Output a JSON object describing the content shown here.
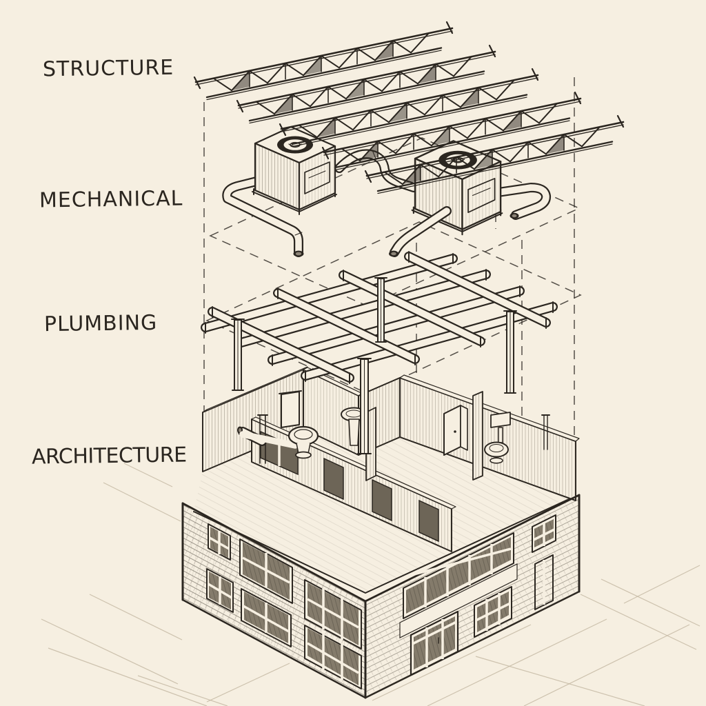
{
  "diagram": {
    "style": "hand-drawn exploded axonometric sketch of building systems",
    "labels": [
      {
        "id": "structure",
        "text": "STRUCTURE"
      },
      {
        "id": "mechanical",
        "text": "MECHANICAL"
      },
      {
        "id": "plumbing",
        "text": "PLUMBING"
      },
      {
        "id": "architecture",
        "text": "ARCHITECTURE"
      }
    ],
    "layers": [
      {
        "id": "structure",
        "depicts": "five parallel open-web steel roof trusses"
      },
      {
        "id": "mechanical",
        "depicts": "two rooftop HVAC units joined by round ductwork over a dashed roof outline"
      },
      {
        "id": "plumbing",
        "depicts": "orthogonal grid of pipes and beams on vertical posts"
      },
      {
        "id": "architecture",
        "depicts": "two-storey brick building, open-top cutaway with bathroom fixtures, partitions, doors and windows"
      }
    ],
    "colors": {
      "paper": "#f6efe1",
      "ink": "#2b2620",
      "pencil": "#c6baa5",
      "glass": "#847b6b",
      "hatch": "#57503f",
      "opening": "#6d6557"
    }
  }
}
